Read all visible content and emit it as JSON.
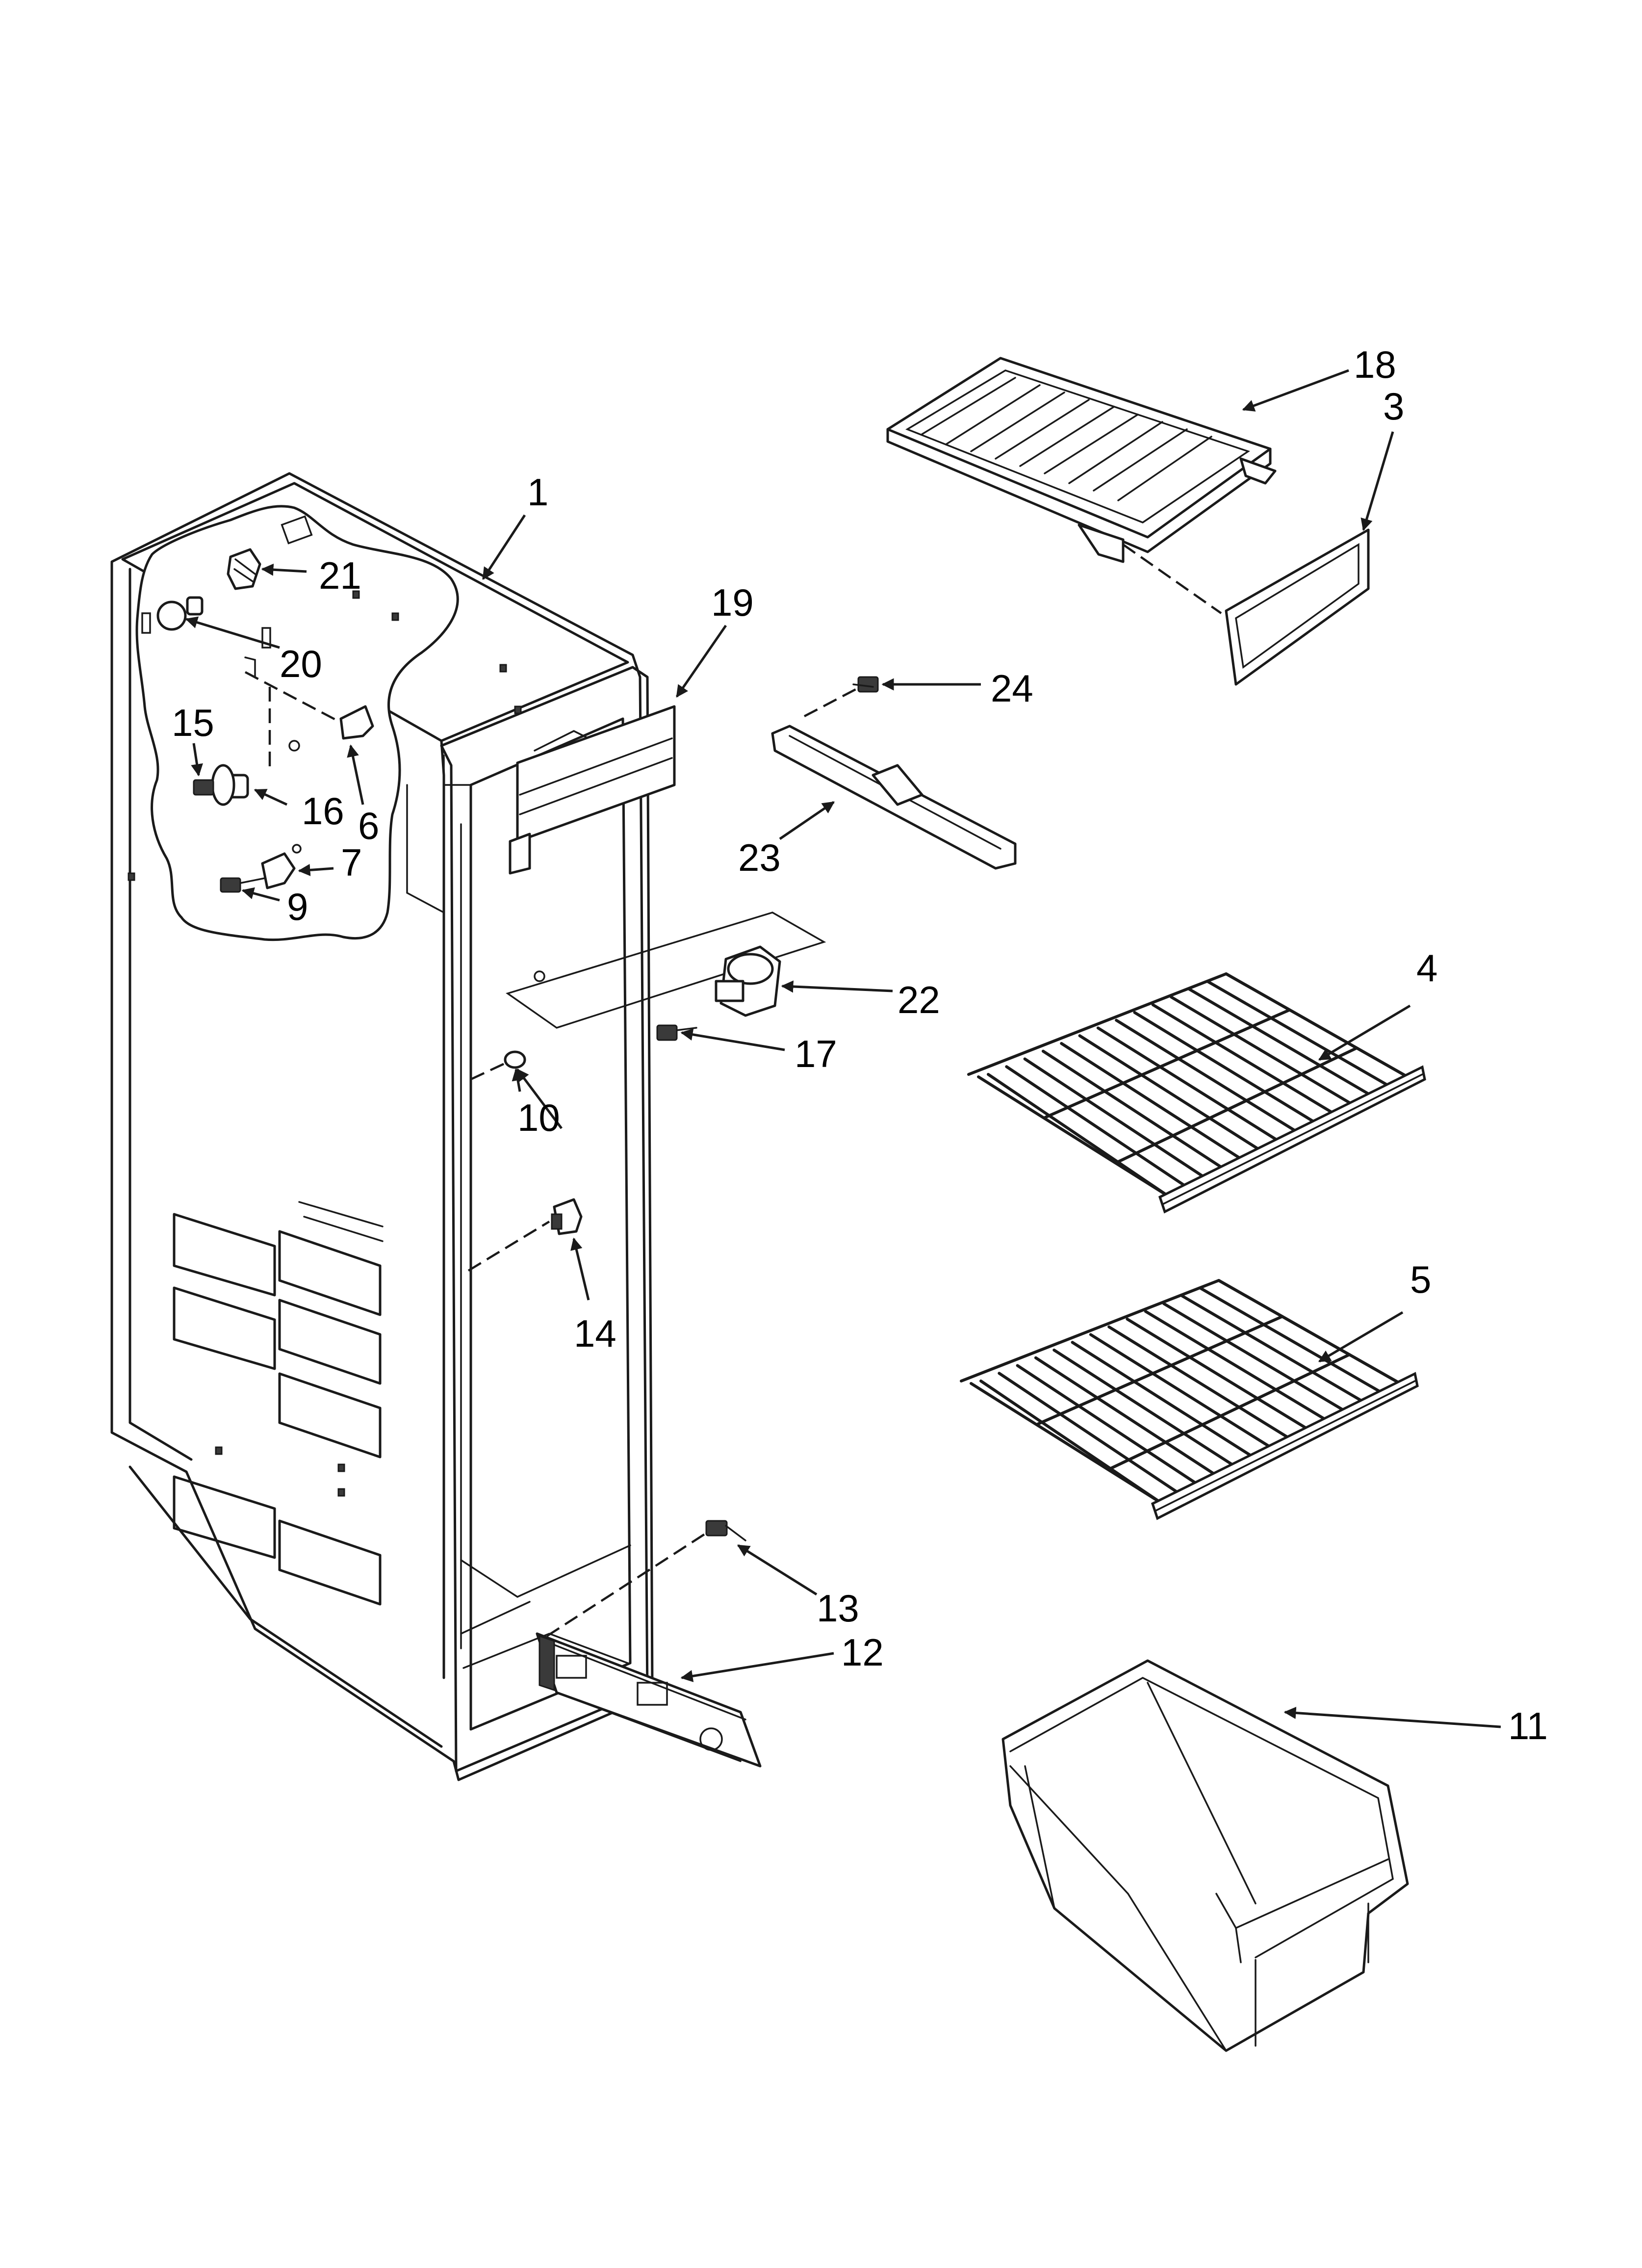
{
  "callouts": [
    {
      "id": "c1",
      "label": "1"
    },
    {
      "id": "c3",
      "label": "3"
    },
    {
      "id": "c4",
      "label": "4"
    },
    {
      "id": "c5",
      "label": "5"
    },
    {
      "id": "c6",
      "label": "6"
    },
    {
      "id": "c7",
      "label": "7"
    },
    {
      "id": "c9",
      "label": "9"
    },
    {
      "id": "c10",
      "label": "10"
    },
    {
      "id": "c11",
      "label": "11"
    },
    {
      "id": "c12",
      "label": "12"
    },
    {
      "id": "c13",
      "label": "13"
    },
    {
      "id": "c14",
      "label": "14"
    },
    {
      "id": "c15",
      "label": "15"
    },
    {
      "id": "c16",
      "label": "16"
    },
    {
      "id": "c17",
      "label": "17"
    },
    {
      "id": "c18",
      "label": "18"
    },
    {
      "id": "c19",
      "label": "19"
    },
    {
      "id": "c20",
      "label": "20"
    },
    {
      "id": "c21",
      "label": "21"
    },
    {
      "id": "c22",
      "label": "22"
    },
    {
      "id": "c23",
      "label": "23"
    },
    {
      "id": "c24",
      "label": "24"
    }
  ]
}
